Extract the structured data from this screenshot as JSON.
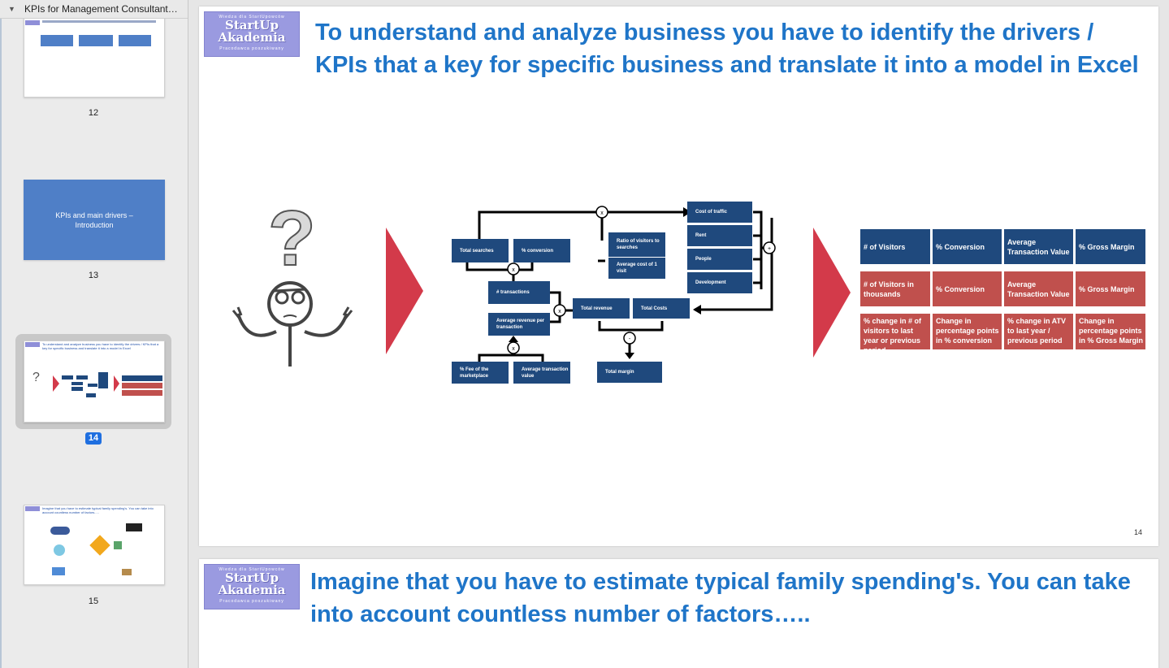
{
  "sidebar": {
    "title": "KPIs for Management Consultants...",
    "thumbs": [
      {
        "number": "12",
        "boxes": [
          "",
          "",
          ""
        ]
      },
      {
        "number": "13",
        "text": "KPIs and main drivers – Introduction"
      },
      {
        "number": "14",
        "selected": true,
        "text": "To understand and analyze business you have to identify the drivers / KPIs that a key for specific business and translate it into a model in Excel"
      },
      {
        "number": "15",
        "text": "Imagine that you have to estimate typical family spending's. You can take into account countless number of factors....."
      }
    ]
  },
  "logo": {
    "tagline": "Wiedza dla StartUpowców",
    "name_line1": "StartUp",
    "name_line2": "Akademia",
    "sub": "Pracodawca poszukiwany"
  },
  "slide14": {
    "title": "To understand and analyze business you have to identify the drivers / KPIs that a key for specific business and translate it into a model in Excel",
    "number": "14",
    "flow": {
      "total_searches": "Total searches",
      "conversion": "% conversion",
      "transactions": "# transactions",
      "avg_revenue": "Average revenue per transaction",
      "fee": "% Fee of the marketplace",
      "atv": "Average transaction value",
      "total_revenue": "Total revenue",
      "total_costs": "Total Costs",
      "total_margin": "Total margin",
      "ratio": "Ratio of visitors to searches",
      "avg_cost": "Average cost of 1 visit",
      "cost_traffic": "Cost of traffic",
      "rent": "Rent",
      "people": "People",
      "development": "Development",
      "op_x": "x",
      "op_plus": "+",
      "op_minus": "-"
    },
    "kpi_table": {
      "header": [
        "# of Visitors",
        "% Conversion",
        "Average Transaction Value",
        "% Gross Margin"
      ],
      "row1": [
        "# of Visitors in thousands",
        "% Conversion",
        "Average Transaction Value",
        "% Gross Margin"
      ],
      "row2": [
        "% change in # of visitors to last year or previous period",
        "Change in percentage points in % conversion",
        "% change in ATV to last year / previous period",
        "Change in percentage points in % Gross Margin"
      ]
    }
  },
  "slide15": {
    "title": "Imagine that you have to estimate typical family spending's. You can  take into account countless number of factors….."
  },
  "colors": {
    "title_blue": "#1f75c8",
    "box_navy": "#1f497d",
    "kpi_red": "#c0504d",
    "arrow_red": "#d33a4a",
    "selection": "#1f6fe0"
  }
}
